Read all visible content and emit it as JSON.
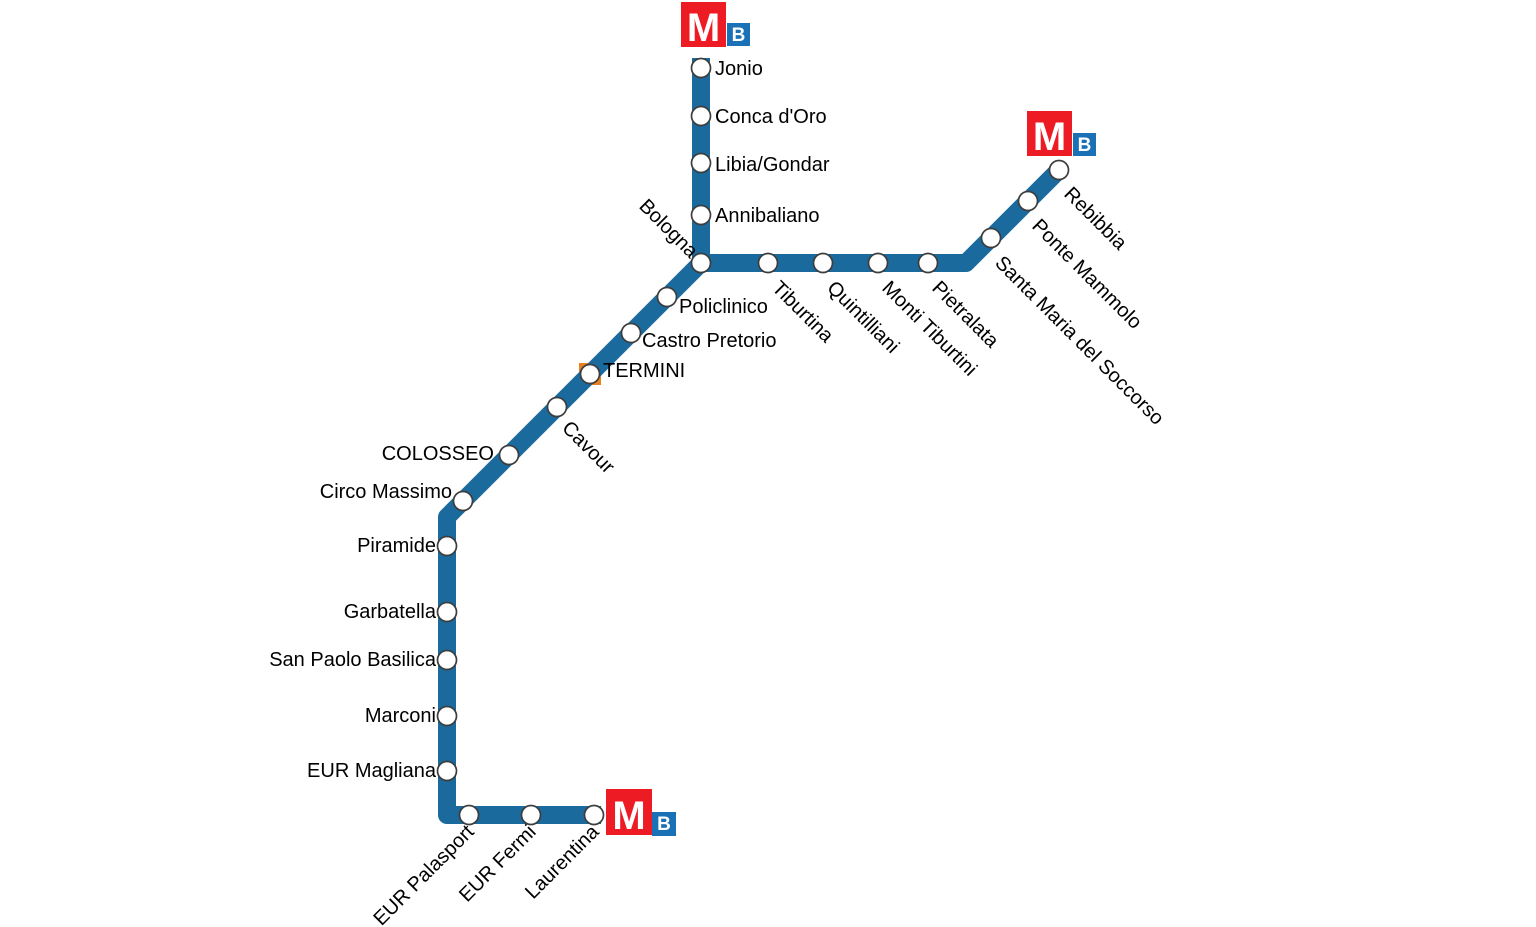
{
  "map": {
    "line_name_badge": "B",
    "stations": {
      "jonio": "Jonio",
      "conca_doro": "Conca d'Oro",
      "libia_gondar": "Libia/Gondar",
      "annibaliano": "Annibaliano",
      "bologna": "Bologna",
      "tiburtina": "Tiburtina",
      "quintilliani": "Quintilliani",
      "monti_tiburtini": "Monti Tiburtini",
      "pietralata": "Pietralata",
      "santa_maria_del_soccorso": "Santa Maria del Soccorso",
      "ponte_mammolo": "Ponte Mammolo",
      "rebibbia": "Rebibbia",
      "policlinico": "Policlinico",
      "castro_pretorio": "Castro Pretorio",
      "termini": "TERMINI",
      "cavour": "Cavour",
      "colosseo": "COLOSSEO",
      "circo_massimo": "Circo Massimo",
      "piramide": "Piramide",
      "garbatella": "Garbatella",
      "san_paolo_basilica": "San Paolo Basilica",
      "marconi": "Marconi",
      "eur_magliana": "EUR Magliana",
      "eur_palasport": "EUR Palasport",
      "eur_fermi": "EUR Fermi",
      "laurentina": "Laurentina"
    },
    "logo": {
      "metro_letter": "M",
      "line_letter": "B"
    },
    "colors": {
      "line_b_blue": "#1a6a9d",
      "logo_red": "#ed1c24",
      "logo_blue": "#1a71b5",
      "line_a_orange": "#e8821e",
      "station_ring": "#3d3d3d",
      "label_text": "#000000"
    }
  }
}
